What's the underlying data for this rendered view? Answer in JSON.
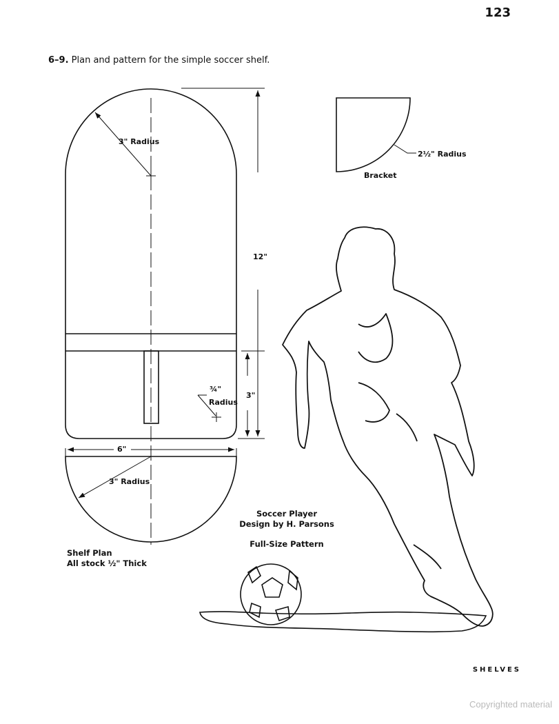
{
  "page_number": "123",
  "caption": {
    "figure": "6–9.",
    "text": " Plan and pattern for the simple soccer shelf."
  },
  "shelf_plan": {
    "top_radius": "3\" Radius",
    "height": "12\"",
    "lower_height": "3\"",
    "corner_radius_fraction": "¾\"",
    "corner_radius_word": "Radius",
    "width": "6\"",
    "shelf_radius": "3\" Radius",
    "title_line1": "Shelf Plan",
    "title_line2": "All stock ½\" Thick"
  },
  "bracket": {
    "radius": "2½\" Radius",
    "label": "Bracket"
  },
  "soccer_player": {
    "title": "Soccer Player",
    "designer": "Design by H. Parsons",
    "pattern": "Full-Size Pattern"
  },
  "footer": "SHELVES",
  "watermark": "Copyrighted material"
}
